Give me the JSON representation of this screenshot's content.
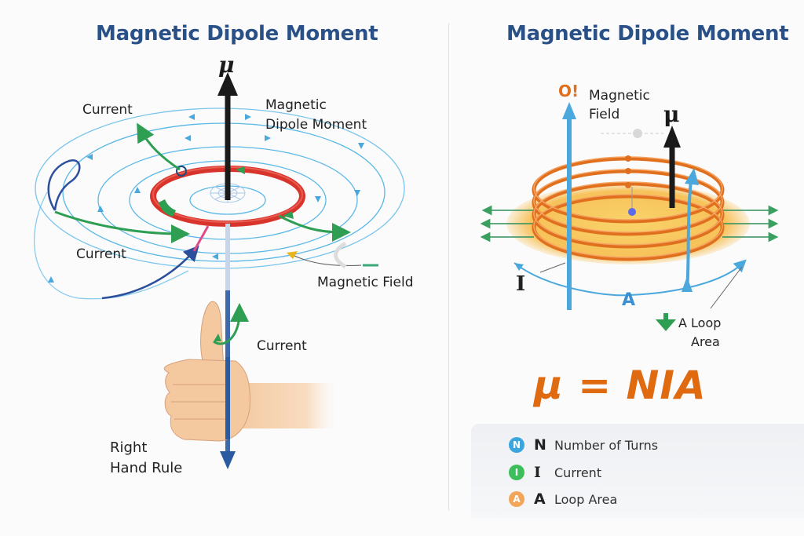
{
  "left_panel": {
    "title": "Magnetic Dipole Moment",
    "mu_symbol": "μ",
    "labels": {
      "current_top": "Current",
      "dipole_moment_line1": "Magnetic",
      "dipole_moment_line2": "Dipole Moment",
      "current_middle": "Current",
      "magnetic_field": "Magnetic Field",
      "current_hand": "Current",
      "right_hand_line1": "Right",
      "right_hand_line2": "Hand Rule"
    }
  },
  "right_panel": {
    "title": "Magnetic Dipole Moment",
    "field_marker": "O!",
    "field_label_line1": "Magnetic",
    "field_label_line2": "Field",
    "mu_symbol": "μ",
    "current_symbol": "I",
    "area_symbol": "A",
    "loop_area_line1": "A Loop",
    "loop_area_line2": "Area",
    "formula": "μ = NIA",
    "legend": [
      {
        "badge": "N",
        "symbol": "N",
        "text": "Number of Turns",
        "color": "#3aa6dd"
      },
      {
        "badge": "I",
        "symbol": "I",
        "text": "Current",
        "color": "#3cbf5a"
      },
      {
        "badge": "A",
        "symbol": "A",
        "text": "Loop Area",
        "color": "#f3a65a"
      }
    ]
  },
  "colors": {
    "title": "#2a5187",
    "field_lines": "#5ab8e6",
    "loop": "#d9342b",
    "current_arrow": "#2e9e52",
    "coil": "#e0701e",
    "mu_arrow": "#1a1a1a",
    "formula": "#e06a10"
  }
}
